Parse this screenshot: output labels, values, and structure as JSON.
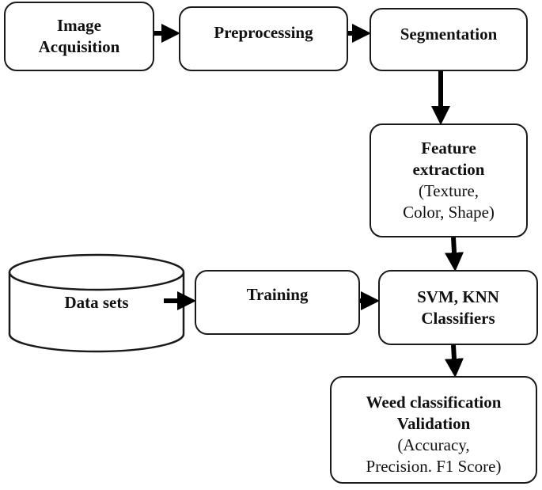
{
  "nodes": {
    "image_acquisition": {
      "lines": [
        "Image",
        "Acquisition"
      ]
    },
    "preprocessing": {
      "lines": [
        "Preprocessing"
      ]
    },
    "segmentation": {
      "lines": [
        "Segmentation"
      ]
    },
    "feature_extraction": {
      "lines": [
        "Feature",
        "extraction"
      ],
      "sub": [
        "(Texture,",
        "Color, Shape)"
      ]
    },
    "data_sets": {
      "lines": [
        "Data sets"
      ]
    },
    "training": {
      "lines": [
        "Training"
      ]
    },
    "classifiers": {
      "lines": [
        "SVM, KNN",
        "Classifiers"
      ]
    },
    "validation": {
      "lines": [
        "Weed classification",
        "Validation"
      ],
      "sub": [
        "(Accuracy,",
        "Precision. F1 Score)"
      ]
    }
  },
  "edges": [
    {
      "from": "image_acquisition",
      "to": "preprocessing"
    },
    {
      "from": "preprocessing",
      "to": "segmentation"
    },
    {
      "from": "segmentation",
      "to": "feature_extraction"
    },
    {
      "from": "feature_extraction",
      "to": "classifiers"
    },
    {
      "from": "data_sets",
      "to": "training"
    },
    {
      "from": "training",
      "to": "classifiers"
    },
    {
      "from": "classifiers",
      "to": "validation"
    }
  ],
  "colors": {
    "stroke": "#1a1a1a",
    "fill": "#ffffff",
    "text": "#111111"
  }
}
